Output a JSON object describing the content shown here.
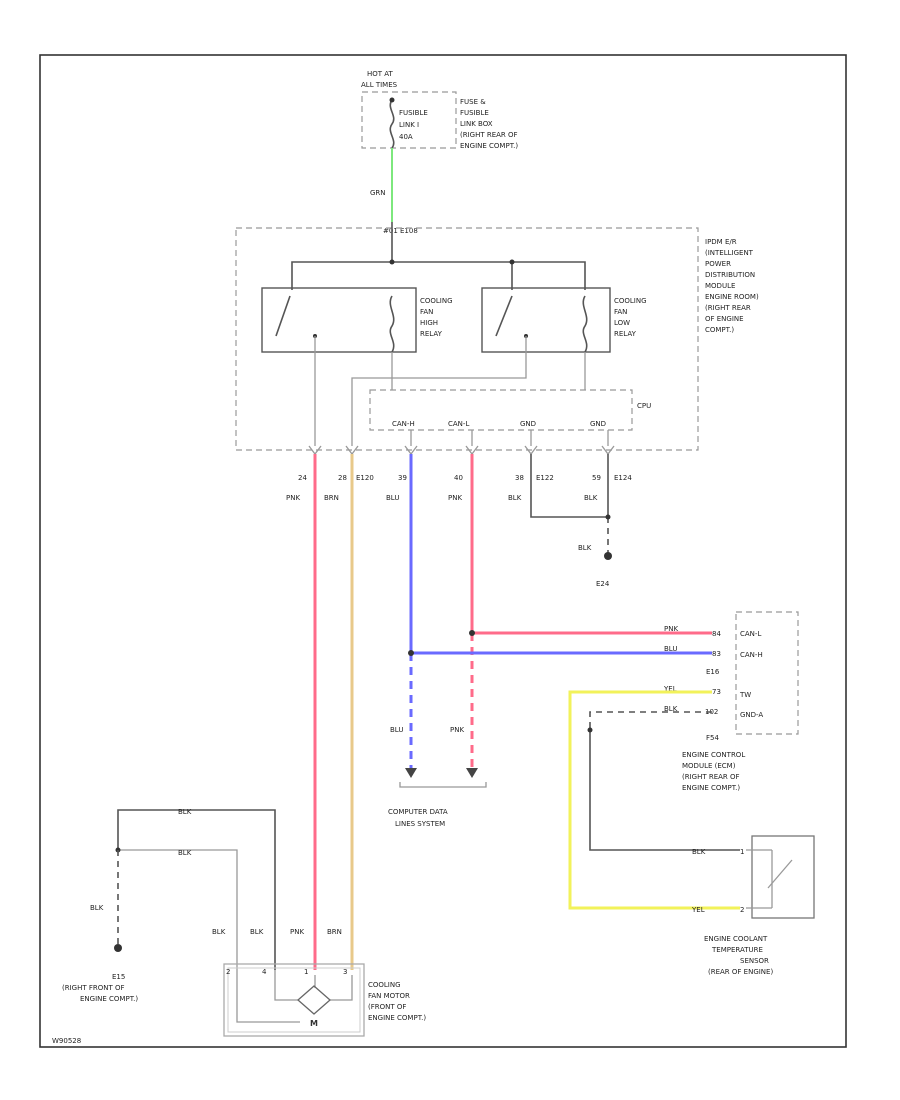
{
  "battery": {
    "lines": [
      "HOT AT",
      "ALL TIMES"
    ],
    "fuse_lines": [
      "FUSIBLE",
      "LINK I",
      "40A"
    ],
    "location_lines": [
      "FUSE &",
      "FUSIBLE",
      "LINK BOX",
      "(RIGHT REAR OF",
      "ENGINE COMPT.)"
    ]
  },
  "top_wire": {
    "color_label": "GRN",
    "connector": "#01  E108"
  },
  "ipdm": {
    "lines": [
      "IPDM E/R",
      "(INTELLIGENT",
      "POWER",
      "DISTRIBUTION",
      "MODULE",
      "ENGINE ROOM)",
      "(RIGHT REAR",
      "OF ENGINE",
      "COMPT.)"
    ],
    "high_relay_lines": [
      "COOLING",
      "FAN",
      "HIGH",
      "RELAY"
    ],
    "low_relay_lines": [
      "COOLING",
      "FAN",
      "LOW",
      "RELAY"
    ],
    "cpu_label": "CPU",
    "cpu_pins": [
      "CAN-H",
      "CAN-L",
      "GND",
      "GND"
    ]
  },
  "ipdm_pins": {
    "p24": "24",
    "p28": "28",
    "conn1": "E120",
    "p39": "39",
    "p40": "40",
    "p38": "38",
    "conn2": "E122",
    "p59": "59",
    "conn3": "E124"
  },
  "wire_colors": {
    "pnk": "PNK",
    "brn": "BRN",
    "blu": "BLU",
    "blk": "BLK",
    "yel": "YEL"
  },
  "ground_e24": "E24",
  "ecm": {
    "pins": [
      "CAN-L",
      "CAN-H",
      "TW",
      "GND-A"
    ],
    "pin_nums": [
      "84",
      "83",
      "73",
      "102"
    ],
    "connector": "E16",
    "connector2": "F54",
    "lines": [
      "ENGINE CONTROL",
      "MODULE (ECM)",
      "(RIGHT REAR OF",
      "ENGINE COMPT.)"
    ]
  },
  "data_link": {
    "lines": [
      "COMPUTER DATA",
      "LINES SYSTEM"
    ]
  },
  "sensor": {
    "pin1": "1",
    "pin2": "2",
    "lines": [
      "ENGINE COOLANT",
      "TEMPERATURE",
      "SENSOR",
      "(REAR OF ENGINE)"
    ]
  },
  "ground_e15": {
    "label": "E15",
    "lines": [
      "(RIGHT FRONT OF",
      "ENGINE COMPT.)"
    ]
  },
  "fan_motor": {
    "pins": [
      "2",
      "4",
      "1",
      "3"
    ],
    "lines": [
      "COOLING",
      "FAN MOTOR",
      "(FRONT OF",
      "ENGINE COMPT.)"
    ],
    "symbol": "M"
  },
  "footer_code": "W90528",
  "colors": {
    "pnk": "#ff6b8a",
    "brn": "#e8c98a",
    "blu": "#6a6aff",
    "grn": "#7de87d",
    "yel": "#f2f25a"
  }
}
